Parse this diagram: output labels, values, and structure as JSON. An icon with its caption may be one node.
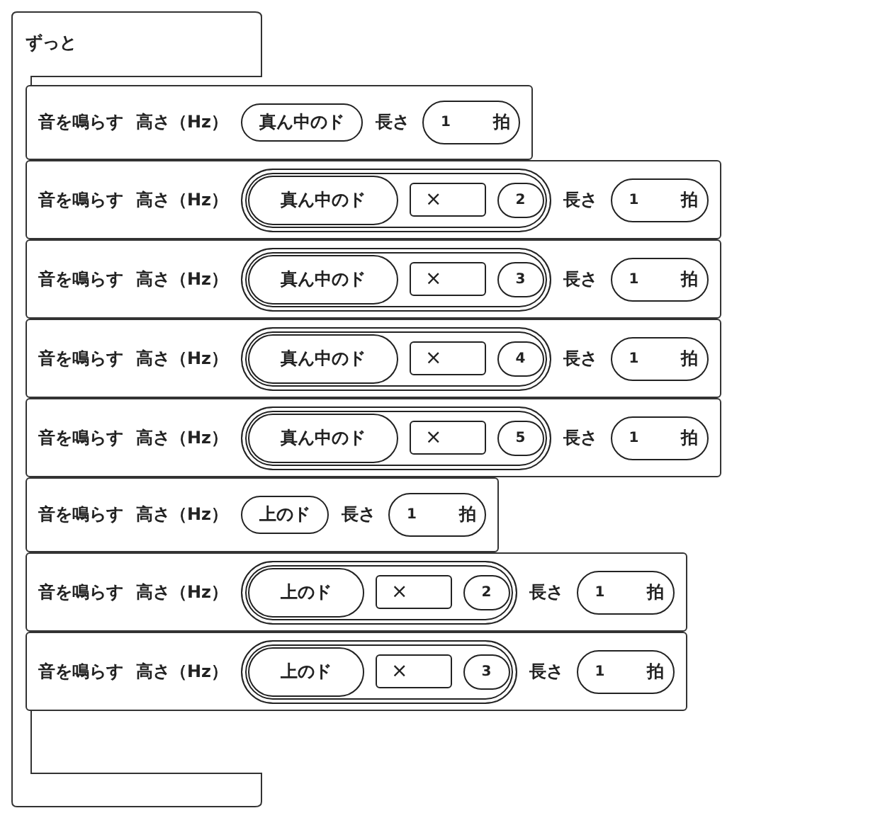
{
  "diagram": {
    "nodes": [
      {
        "text": [
          "ずっと"
        ]
      },
      {
        "text": [
          "音を鳴らす",
          "高さ（Hz）",
          "長さ"
        ]
      },
      {
        "text": [
          "真ん中のド"
        ],
        "in": 1
      },
      {
        "text": [
          "1",
          "拍"
        ],
        "in": 1
      },
      {
        "text": [
          "音を鳴らす",
          "高さ（Hz）",
          "長さ"
        ]
      },
      {
        "text": [],
        "shape": "oval",
        "in": 4
      },
      {
        "text": [
          "真ん中のド"
        ],
        "in": 5
      },
      {
        "text": [
          "×"
        ],
        "in": 5
      },
      {
        "text": [
          "2"
        ],
        "in": 5
      },
      {
        "text": [
          "1",
          "拍"
        ],
        "in": 4
      },
      {
        "text": [
          "音を鳴らす",
          "高さ（Hz）",
          "長さ"
        ]
      },
      {
        "text": [],
        "shape": "oval",
        "in": 10
      },
      {
        "text": [
          "真ん中のド"
        ],
        "in": 11
      },
      {
        "text": [
          "×"
        ],
        "in": 11
      },
      {
        "text": [
          "3"
        ],
        "in": 11
      },
      {
        "text": [
          "1",
          "拍"
        ],
        "in": 10
      },
      {
        "text": [
          "音を鳴らす",
          "高さ（Hz）",
          "長さ"
        ]
      },
      {
        "text": [],
        "shape": "oval",
        "in": 16
      },
      {
        "text": [
          "真ん中のド"
        ],
        "in": 17
      },
      {
        "text": [
          "×"
        ],
        "in": 17
      },
      {
        "text": [
          "4"
        ],
        "in": 17
      },
      {
        "text": [
          "1",
          "拍"
        ],
        "in": 16
      },
      {
        "text": [
          "音を鳴らす",
          "高さ（Hz）",
          "長さ"
        ]
      },
      {
        "text": [],
        "shape": "oval",
        "in": 22
      },
      {
        "text": [
          "真ん中のド"
        ],
        "in": 23
      },
      {
        "text": [
          "×"
        ],
        "in": 23
      },
      {
        "text": [
          "5"
        ],
        "in": 23
      },
      {
        "text": [
          "1",
          "拍"
        ],
        "in": 22
      },
      {
        "text": [
          "音を鳴らす",
          "高さ（Hz）",
          "長さ"
        ]
      },
      {
        "text": [
          "上のド"
        ],
        "in": 28
      },
      {
        "text": [
          "1",
          "拍"
        ],
        "in": 28
      },
      {
        "text": [
          "音を鳴らす",
          "高さ（Hz）",
          "長さ"
        ]
      },
      {
        "text": [],
        "shape": "oval",
        "in": 31
      },
      {
        "text": [
          "上のド"
        ],
        "in": 32
      },
      {
        "text": [
          "×"
        ],
        "in": 32
      },
      {
        "text": [
          "2"
        ],
        "in": 32
      },
      {
        "text": [
          "1",
          "拍"
        ],
        "in": 31
      },
      {
        "text": [
          "音を鳴らす",
          "高さ（Hz）",
          "長さ"
        ]
      },
      {
        "text": [],
        "shape": "oval",
        "in": 37
      },
      {
        "text": [
          "上のド"
        ],
        "in": 38
      },
      {
        "text": [
          "×"
        ],
        "in": 38
      },
      {
        "text": [
          "3"
        ],
        "in": 38
      },
      {
        "text": [
          "1",
          "拍"
        ],
        "in": 37
      }
    ]
  }
}
